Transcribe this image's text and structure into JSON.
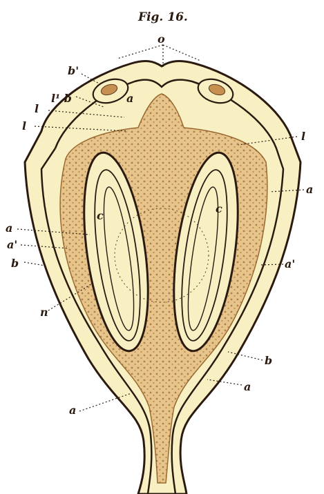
{
  "figure": {
    "title": "Fig. 16.",
    "labels": {
      "o": "o",
      "b_prime": "b'",
      "l1_b": "l¹ b",
      "a_top": "a",
      "l_left_top": "l",
      "l_left": "l",
      "l_right": "l",
      "a_right_upper": "a",
      "c_left": "c",
      "c_right": "c",
      "a_left": "a",
      "a_prime_left": "a'",
      "b_left": "b",
      "n_left": "n",
      "a_prime_right": "a'",
      "b_right": "b",
      "a_right_lower": "a",
      "a_bottom": "a"
    }
  },
  "colors": {
    "background": "#ffffff",
    "membrane": "#f8efc2",
    "outline": "#2a1a10",
    "tissue": "#b07a3a",
    "stipple": "#7a4a20"
  }
}
